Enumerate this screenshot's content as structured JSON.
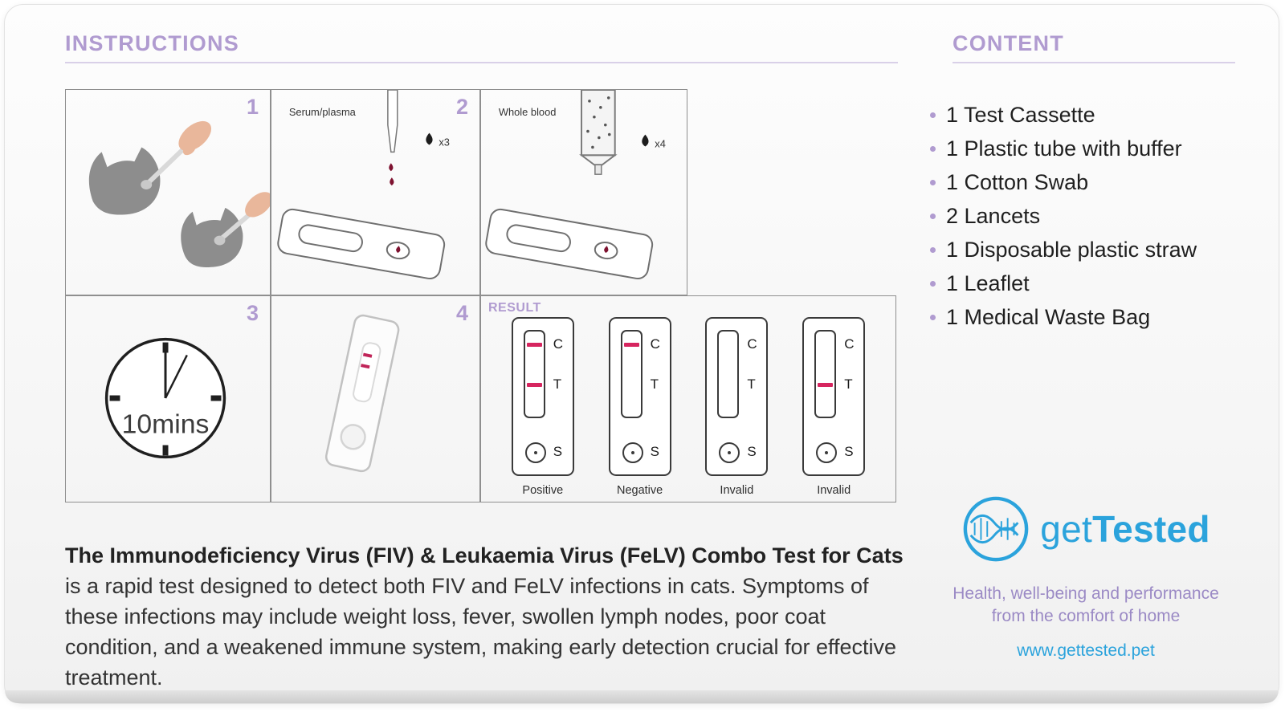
{
  "card": {
    "instructions_title": "INSTRUCTIONS",
    "content_title": "CONTENT"
  },
  "steps": {
    "one": {
      "number": "1"
    },
    "two": {
      "number": "2",
      "label": "Serum/plasma",
      "drops": "x3"
    },
    "whole_blood": {
      "label": "Whole blood",
      "drops": "x4"
    },
    "three": {
      "number": "3",
      "clock_text": "10mins"
    },
    "four": {
      "number": "4"
    }
  },
  "result": {
    "title": "RESULT",
    "cassette_letters": {
      "control": "C",
      "test": "T",
      "sample": "S"
    },
    "cassettes": [
      {
        "label": "Positive",
        "lines": [
          "C",
          "T"
        ]
      },
      {
        "label": "Negative",
        "lines": [
          "C"
        ]
      },
      {
        "label": "Invalid",
        "lines": []
      },
      {
        "label": "Invalid",
        "lines": [
          "T"
        ]
      }
    ]
  },
  "description": {
    "bold": "The Immunodeficiency Virus (FIV) & Leukaemia Virus (FeLV) Combo Test for Cats",
    "regular": "is a rapid test designed to detect both FIV and FeLV infections in cats. Symptoms of these infections may include weight loss, fever, swollen lymph nodes, poor coat condition, and a weakened immune system, making early detection crucial for effective treatment."
  },
  "content_list": {
    "items": [
      "1 Test Cassette",
      "1 Plastic tube with buffer",
      "1 Cotton Swab",
      "2 Lancets",
      "1 Disposable plastic straw",
      "1 Leaflet",
      "1 Medical Waste Bag"
    ]
  },
  "brand": {
    "logo_get": "get",
    "logo_tested": "Tested",
    "tagline_line1": "Health, well-being and performance",
    "tagline_line2": "from the comfort of home",
    "website": "www.gettested.pet"
  },
  "colors": {
    "purple": "#b09bd0",
    "purple_light": "#d9d0e8",
    "red_line": "#d6255f",
    "blue": "#2ba3dc",
    "text_dark": "#2f2f2f"
  }
}
